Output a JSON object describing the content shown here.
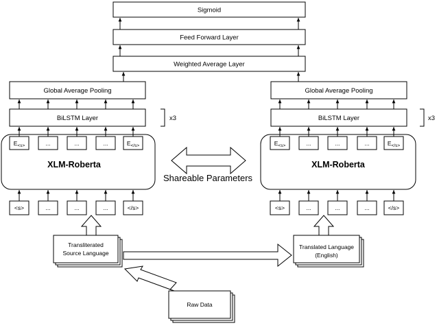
{
  "top": {
    "sigmoid": "Sigmoid",
    "feed_forward": "Feed Forward Layer",
    "weighted_average": "Weighted Average Layer"
  },
  "left": {
    "pooling": "Global Average Pooling",
    "bilstm": "BiLSTM Layer",
    "repeat": "x3",
    "encoder": "XLM-Roberta",
    "outputs": [
      {
        "base": "E",
        "sub": "<s>"
      },
      {
        "base": "...",
        "sub": ""
      },
      {
        "base": "...",
        "sub": ""
      },
      {
        "base": "...",
        "sub": ""
      },
      {
        "base": "E",
        "sub": "</s>"
      }
    ],
    "inputs": [
      "<s>",
      "...",
      "...",
      "...",
      "</s>"
    ]
  },
  "right": {
    "pooling": "Global Average Pooling",
    "bilstm": "BiLSTM Layer",
    "repeat": "x3",
    "encoder": "XLM-Roberta",
    "outputs": [
      {
        "base": "E",
        "sub": "<s>"
      },
      {
        "base": "...",
        "sub": ""
      },
      {
        "base": "...",
        "sub": ""
      },
      {
        "base": "...",
        "sub": ""
      },
      {
        "base": "E",
        "sub": "</s>"
      }
    ],
    "inputs": [
      "<s>",
      "...",
      "...",
      "...",
      "</s>"
    ]
  },
  "shared_label": "Shareable Parameters",
  "documents": {
    "transliterated": [
      "Transliterated",
      "Source Language"
    ],
    "translated": [
      "Translated Language",
      "(English)"
    ],
    "raw": "Raw Data"
  }
}
